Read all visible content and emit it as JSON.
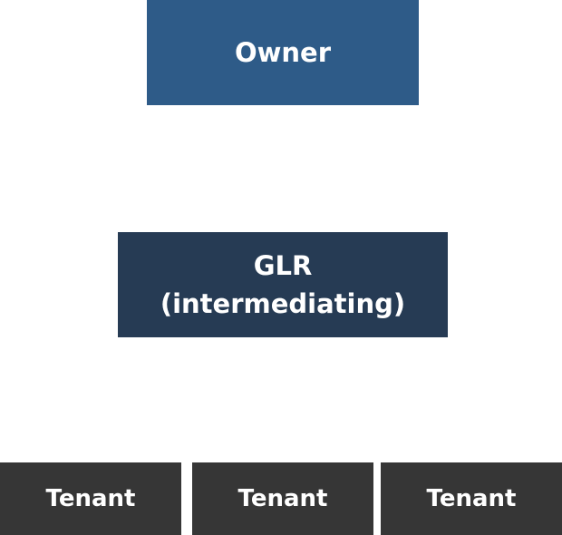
{
  "owner": {
    "label": "Owner"
  },
  "glr": {
    "label": "GLR",
    "sublabel": "(intermediating)"
  },
  "tenants": [
    {
      "label": "Tenant"
    },
    {
      "label": "Tenant"
    },
    {
      "label": "Tenant"
    }
  ],
  "colors": {
    "owner": "#2e5b88",
    "glr": "#263b54",
    "tenant": "#363636",
    "text": "#ffffff",
    "background": "#ffffff"
  }
}
